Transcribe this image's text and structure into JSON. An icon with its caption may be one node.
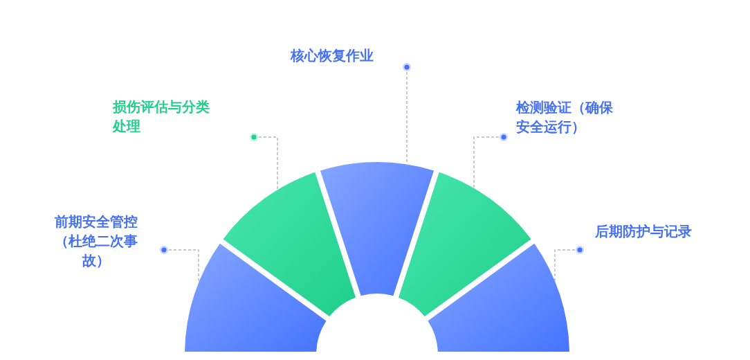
{
  "diagram": {
    "nodes": [
      {
        "text": [
          "前期安全管控（杜绝二次事故）"
        ]
      },
      {
        "text": [
          "损伤评估与分类处理"
        ]
      },
      {
        "text": [
          "核心恢复作业"
        ]
      },
      {
        "text": [
          "检测验证（确保安全运行）"
        ]
      },
      {
        "text": [
          "后期防护与记录"
        ]
      },
      {
        "text": [],
        "shape": "wedge"
      },
      {
        "text": [],
        "shape": "wedge"
      },
      {
        "text": [],
        "shape": "wedge"
      },
      {
        "text": [],
        "shape": "wedge"
      },
      {
        "text": [],
        "shape": "wedge"
      }
    ],
    "edges": [
      {
        "from": 0,
        "to": 5,
        "arrow": "other",
        "style": "dashed"
      },
      {
        "from": 1,
        "to": 6,
        "arrow": "other",
        "style": "dashed"
      },
      {
        "from": 2,
        "to": 7,
        "arrow": "other",
        "style": "dashed"
      },
      {
        "from": 3,
        "to": 8,
        "arrow": "other",
        "style": "dashed"
      },
      {
        "from": 4,
        "to": 9,
        "arrow": "other",
        "style": "dashed"
      }
    ]
  }
}
